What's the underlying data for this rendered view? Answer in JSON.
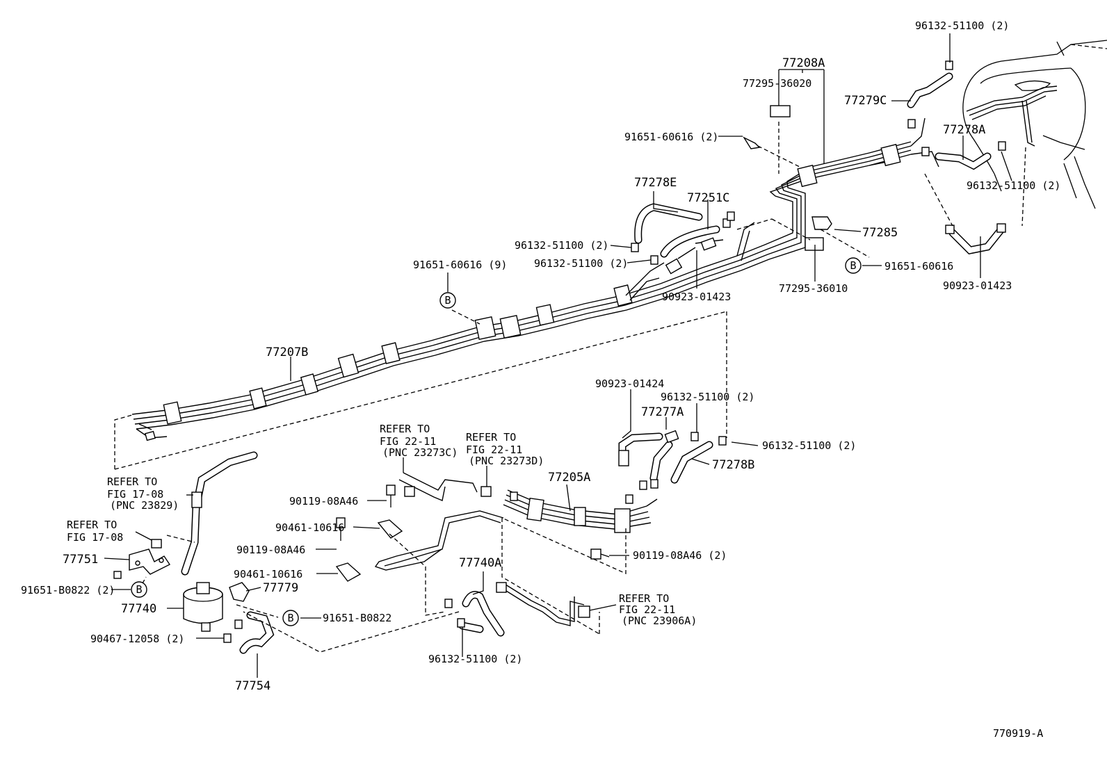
{
  "diagram": {
    "figure_code": "770919-A",
    "labels": {
      "p77208A": "77208A",
      "p96132_top": "96132-51100 (2)",
      "p77295_36020": "77295-36020",
      "p77279C": "77279C",
      "p91651_60616_2": "91651-60616 (2)",
      "p77278A": "77278A",
      "p96132_right": "96132-51100 (2)",
      "p77278E": "77278E",
      "p77251C": "77251C",
      "p96132_a": "96132-51100 (2)",
      "p96132_b": "96132-51100 (2)",
      "p77285": "77285",
      "p91651_60616_b": "91651-60616",
      "p91651_60616_9": "91651-60616 (9)",
      "p77295_36010": "77295-36010",
      "p90923_01423_mid": "90923-01423",
      "p90923_01423_right": "90923-01423",
      "p77207B": "77207B",
      "p90923_01424": "90923-01424",
      "p96132_c": "96132-51100 (2)",
      "p77277A": "77277A",
      "p96132_d": "96132-51100 (2)",
      "p77278B": "77278B",
      "p77205A": "77205A",
      "ref_2211_c_1": "REFER TO",
      "ref_2211_c_2": "FIG 22-11",
      "ref_2211_c_3": "(PNC 23273C)",
      "ref_2211_d_1": "REFER TO",
      "ref_2211_d_2": "FIG 22-11",
      "ref_2211_d_3": "(PNC 23273D)",
      "ref_1708_a_1": "REFER TO",
      "ref_1708_a_2": "FIG 17-08",
      "ref_1708_a_3": "(PNC 23829)",
      "ref_1708_b_1": "REFER TO",
      "ref_1708_b_2": "FIG 17-08",
      "p90119_a": "90119-08A46",
      "p90461_a": "90461-10616",
      "p90119_b": "90119-08A46",
      "p90461_b": "90461-10616",
      "p90119_c": "90119-08A46 (2)",
      "p77751": "77751",
      "p91651_b0822_2": "91651-B0822 (2)",
      "p77740": "77740",
      "p77779": "77779",
      "p91651_b0822": "91651-B0822",
      "p90467": "90467-12058 (2)",
      "p77754": "77754",
      "p77740A": "77740A",
      "p96132_bottom": "96132-51100 (2)",
      "ref_2211_a_1": "REFER TO",
      "ref_2211_a_2": "FIG 22-11",
      "ref_2211_a_3": "(PNC 23906A)",
      "marker_b": "B"
    }
  }
}
